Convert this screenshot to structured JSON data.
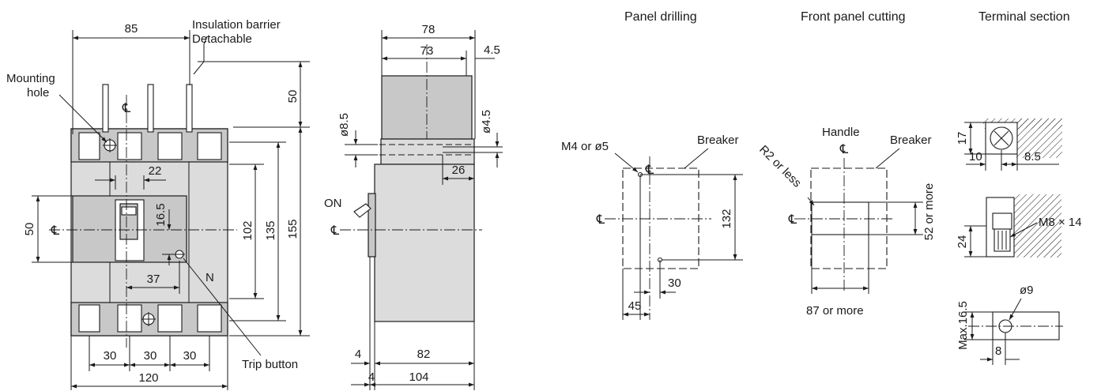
{
  "headings": {
    "panel_drilling": "Panel drilling",
    "front_panel_cutting": "Front panel cutting",
    "terminal_section": "Terminal section"
  },
  "labels": {
    "insulation_barrier": "Insulation barrier",
    "detachable": "Detachable",
    "mounting_hole_1": "Mounting",
    "mounting_hole_2": "hole",
    "trip_button": "Trip button",
    "n_mark": "N",
    "on": "ON",
    "centerline": "℄",
    "breaker": "Breaker",
    "handle": "Handle",
    "m4_or_5": "M4 or ø5",
    "r2_or_less": "R2 or less",
    "m8x14": "M8 × 14"
  },
  "dims_front": {
    "w85": "85",
    "h50_top": "50",
    "w22": "22",
    "h16_5": "16.5",
    "h50_handle": "50",
    "h102": "102",
    "h135": "135",
    "h155": "155",
    "w37": "37",
    "w30a": "30",
    "w30b": "30",
    "w30c": "30",
    "w120": "120"
  },
  "dims_side": {
    "w78": "78",
    "w73": "73",
    "w4_5_top": "4.5",
    "d8_5": "ø8.5",
    "d4_5": "ø4.5",
    "w26": "26",
    "w4a": "4",
    "w82": "82",
    "w4b": "4",
    "w104": "104"
  },
  "dims_drilling": {
    "h132": "132",
    "w30": "30",
    "w45": "45"
  },
  "dims_cutting": {
    "h52_or_more": "52 or more",
    "w87_or_more": "87 or more"
  },
  "dims_terminal": {
    "h17": "17",
    "w10": "10",
    "w8_5": "8.5",
    "h24": "24",
    "max16_5": "Max.16.5",
    "d9": "ø9",
    "w8": "8"
  }
}
